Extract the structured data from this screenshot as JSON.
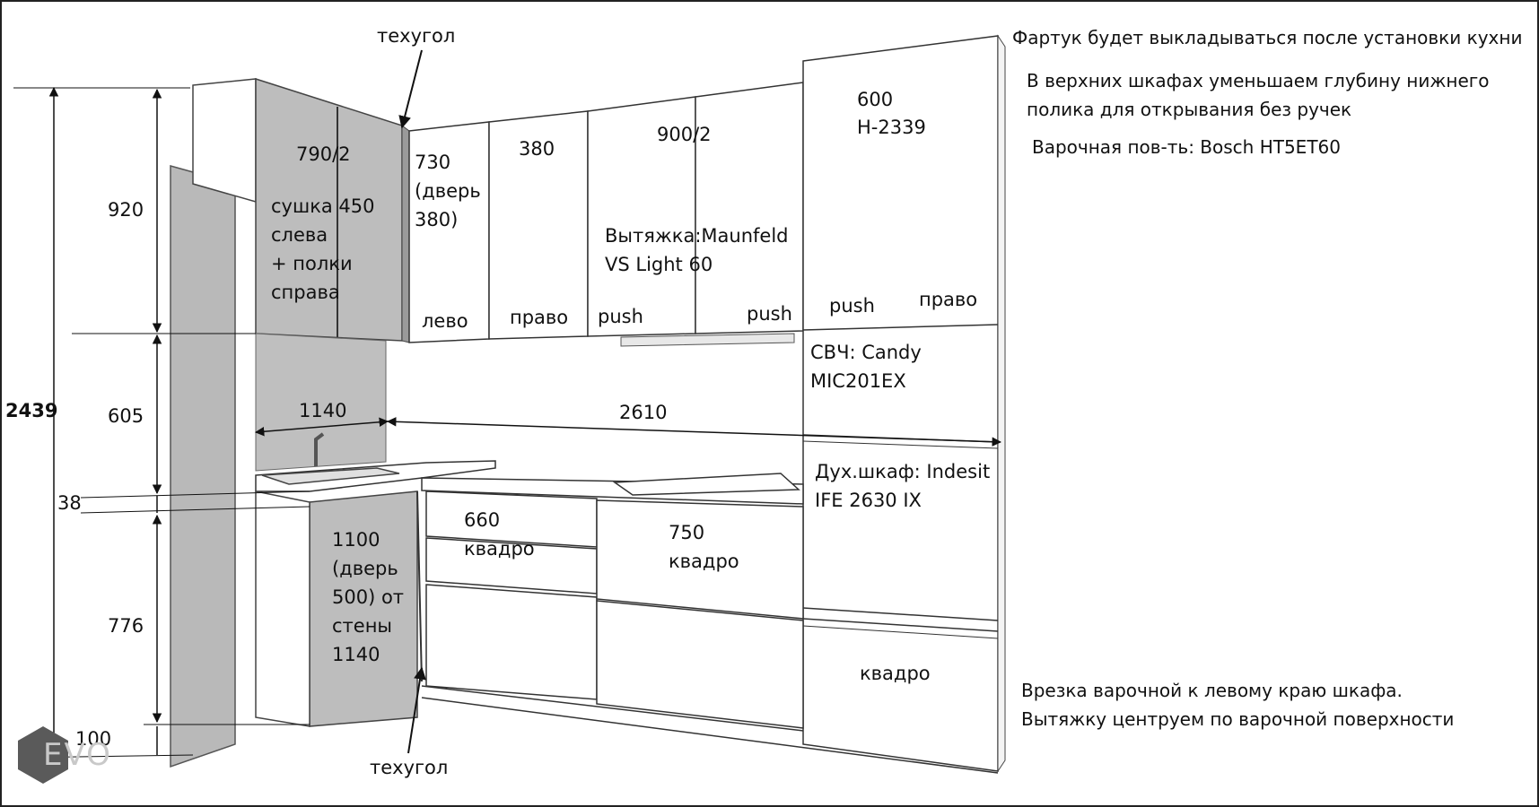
{
  "notes": {
    "apron": "Фартук будет выкладываться после установки кухни",
    "upper_depth_1": "В верхних шкафах уменьшаем глубину нижнего",
    "upper_depth_2": "полика для открывания без ручек",
    "hob": "Варочная пов-ть: Bosch HT5ET60",
    "cutout_1": "Врезка варочной к левому краю шкафа.",
    "cutout_2": "Вытяжку центруем по варочной поверхности"
  },
  "dimensions": {
    "total_height": "2439",
    "upper_height": "920",
    "gap_height": "605",
    "countertop": "38",
    "base_height": "776",
    "plinth": "100",
    "wall_left": "1140",
    "wall_right": "2610"
  },
  "labels": {
    "techugol_top": "техугол",
    "techugol_bottom": "техугол",
    "upper_left_width": "790/2",
    "dryer": [
      "сушка  450",
      "слева",
      "+ полки",
      "справа"
    ],
    "corner_upper": [
      "730",
      "(дверь",
      "380)"
    ],
    "corner_upper_open": "лево",
    "cab380": "380",
    "cab380_open": "право",
    "hood_cab": "900/2",
    "hood": [
      "Вытяжка:Maunfeld",
      "VS  Light   60"
    ],
    "push_left": "push",
    "push_right": "push",
    "tall": [
      "600",
      "H-2339"
    ],
    "tall_push": "push",
    "tall_open": "право",
    "microwave": [
      "СВЧ: Candy",
      "MIC201EX"
    ],
    "oven": [
      "Дух.шкаф: Indesit",
      "IFE 2630 IX"
    ],
    "sink_base": [
      "1100",
      "(дверь",
      "500) от",
      "стены",
      "1140"
    ],
    "drawers_660": [
      "660",
      "квадро"
    ],
    "drawers_750": [
      "750",
      "квадро"
    ],
    "bottom_drawer": "квадро"
  },
  "logo": "EVO"
}
